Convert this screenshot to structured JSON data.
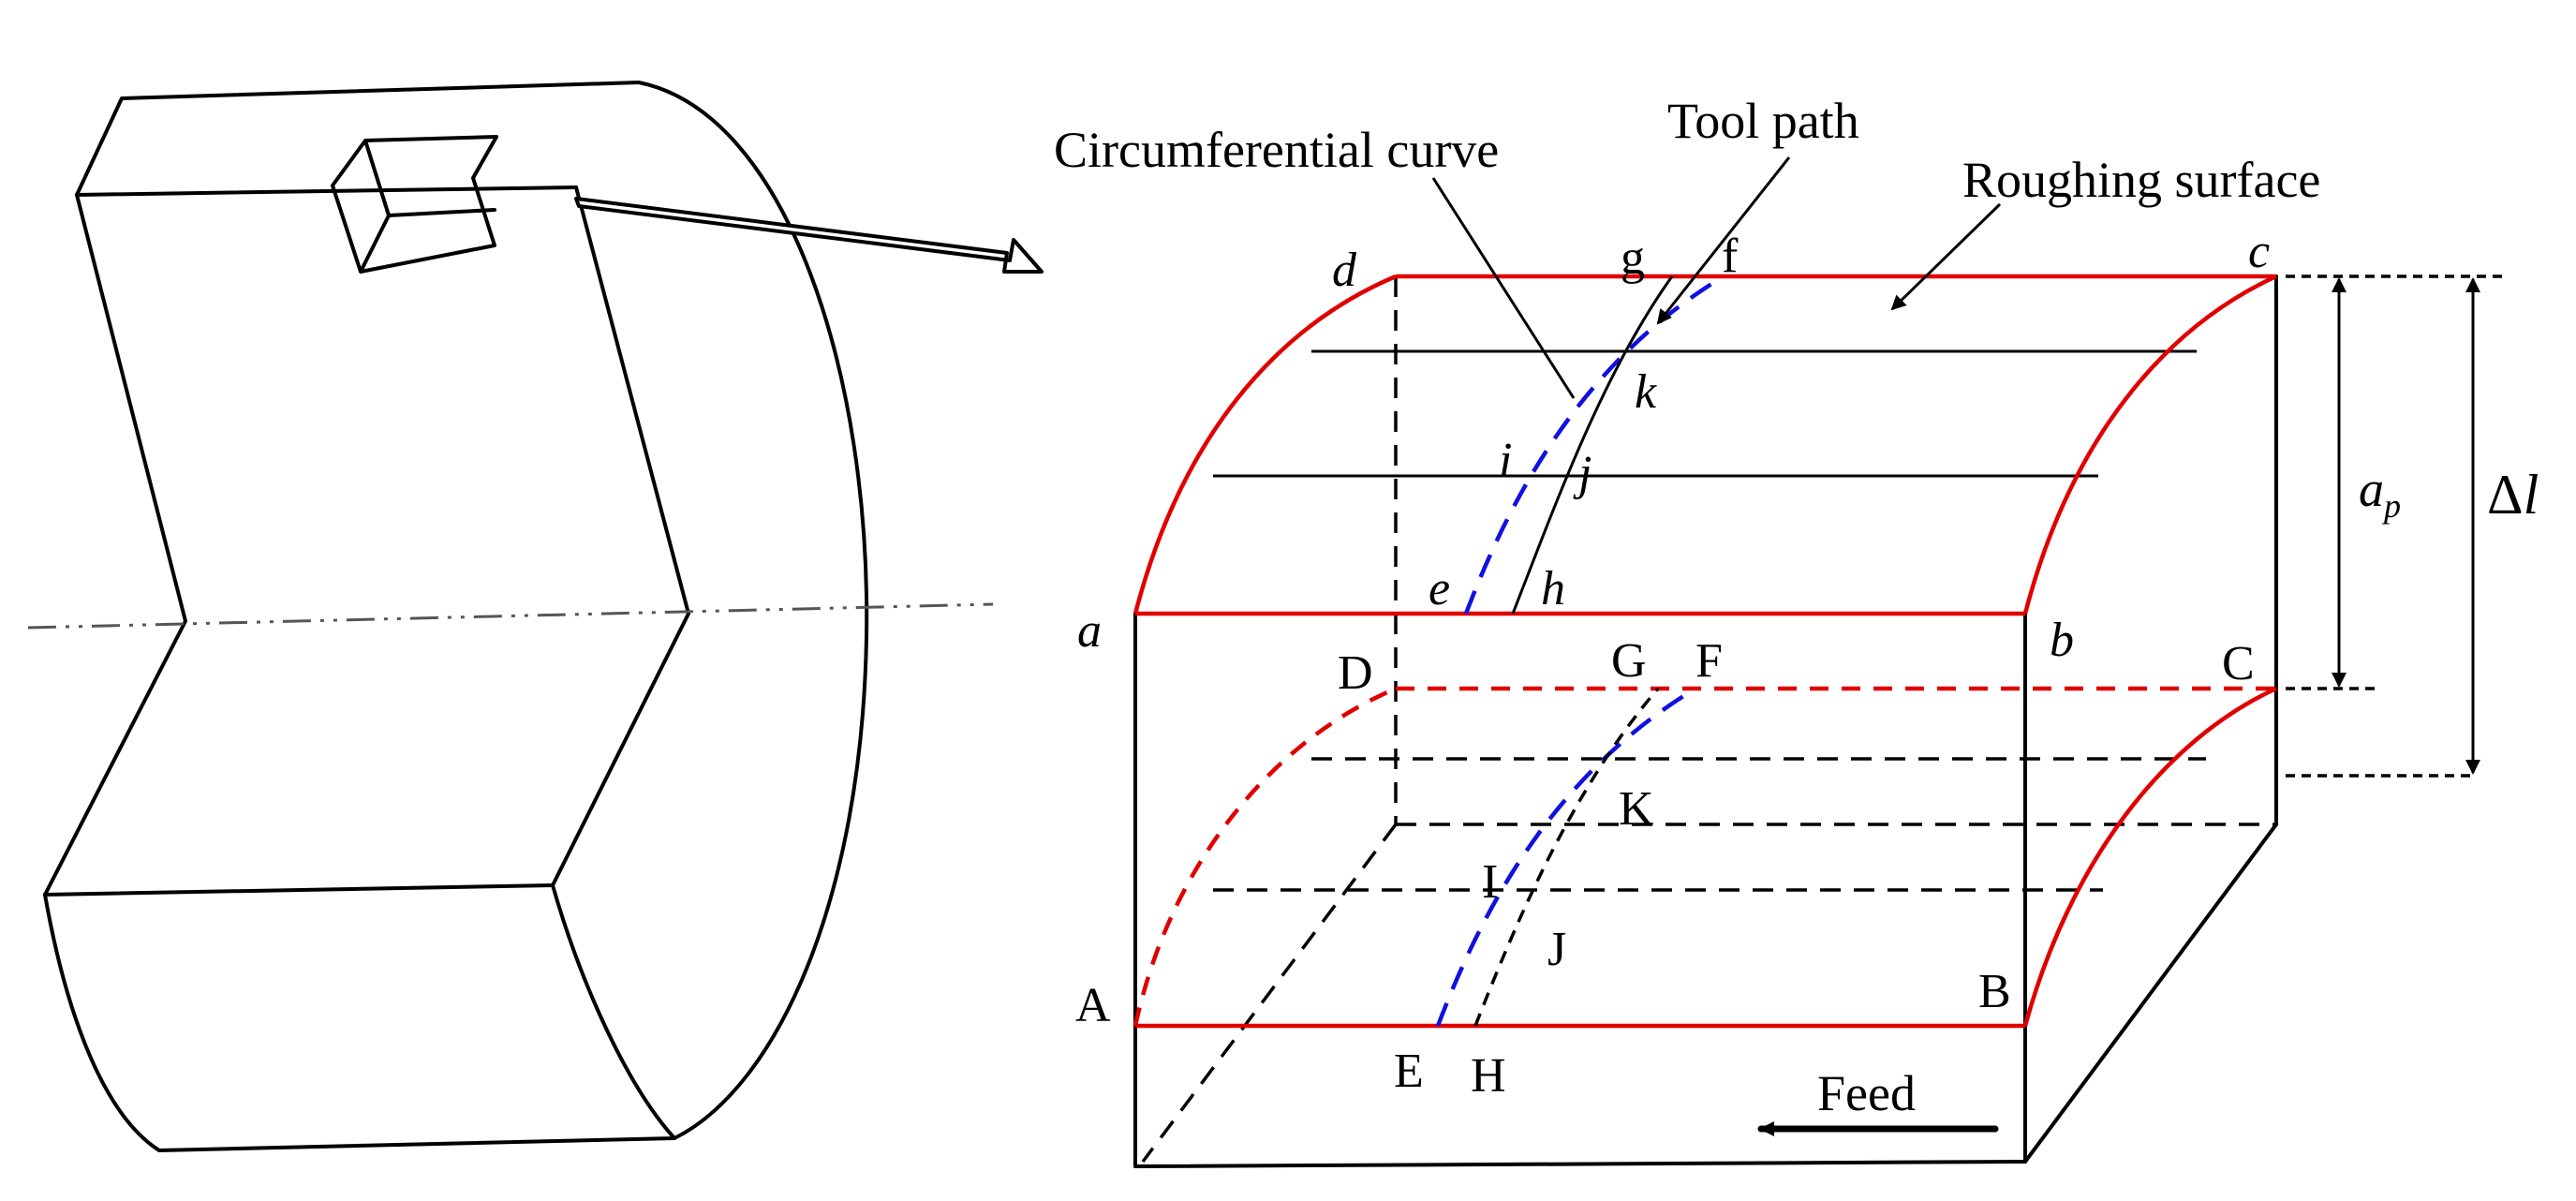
{
  "labels": {
    "circumferential_curve": "Circumferential curve",
    "tool_path": "Tool path",
    "roughing_surface": "Roughing surface",
    "feed": "Feed",
    "a_lower": "a",
    "b_lower": "b",
    "c_lower": "c",
    "d_lower": "d",
    "e_lower": "e",
    "f_lower": "f",
    "g_lower": "g",
    "h_lower": "h",
    "i_lower": "i",
    "j_lower": "j",
    "k_lower": "k",
    "A_upper": "A",
    "B_upper": "B",
    "C_upper": "C",
    "D_upper": "D",
    "E_upper": "E",
    "F_upper": "F",
    "G_upper": "G",
    "H_upper": "H",
    "I_upper": "I",
    "J_upper": "J",
    "K_upper": "K",
    "ap_main": "a",
    "ap_sub": "p",
    "delta_l": "Δ",
    "delta_l_var": "l"
  },
  "colors": {
    "outline": "#000000",
    "roughing_edge": "#e00000",
    "circumferential_curve": "#1010e0"
  }
}
